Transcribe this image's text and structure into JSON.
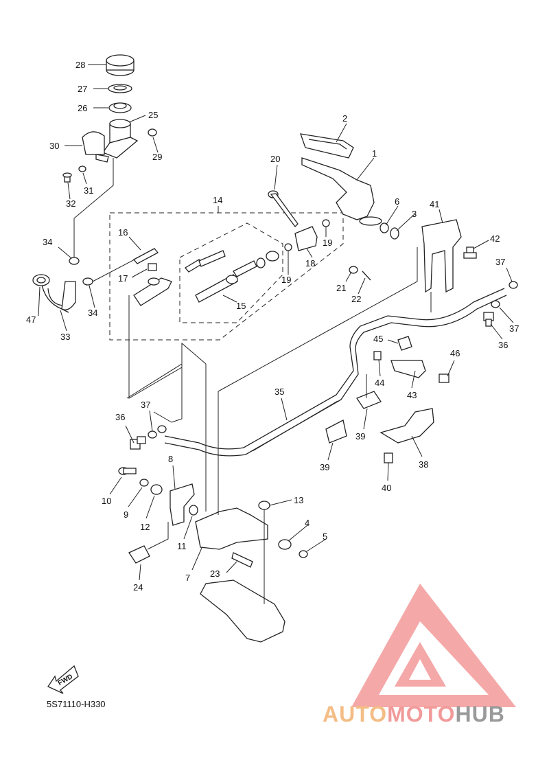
{
  "diagram": {
    "code": "5S71110-H330",
    "fwd_label": "FWD",
    "brand": {
      "part1": "AUTO",
      "part2": "MOTO",
      "part3": "HUB"
    },
    "callouts": [
      "1",
      "2",
      "3",
      "4",
      "5",
      "6",
      "7",
      "8",
      "9",
      "10",
      "11",
      "12",
      "13",
      "14",
      "15",
      "16",
      "17",
      "18",
      "19",
      "20",
      "21",
      "22",
      "23",
      "24",
      "25",
      "26",
      "27",
      "28",
      "29",
      "30",
      "31",
      "32",
      "33",
      "34",
      "35",
      "36",
      "37",
      "38",
      "39",
      "40",
      "41",
      "42",
      "43",
      "44",
      "45",
      "46",
      "47"
    ],
    "repeat_callouts": {
      "34b": "34",
      "36b": "36",
      "37b": "37",
      "37c": "37",
      "19b": "19",
      "39b": "39"
    }
  }
}
